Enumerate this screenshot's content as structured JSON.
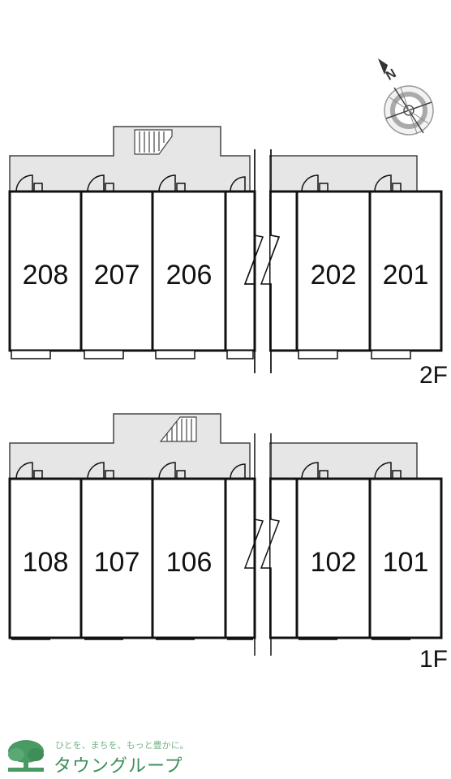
{
  "floors": [
    {
      "label": "2F",
      "units_left": [
        "208",
        "207",
        "206"
      ],
      "units_right": [
        "202",
        "201"
      ]
    },
    {
      "label": "1F",
      "units_left": [
        "108",
        "107",
        "106"
      ],
      "units_right": [
        "102",
        "101"
      ]
    }
  ],
  "compass": {
    "north_label": "N"
  },
  "logo": {
    "tagline": "ひとを、まちを、もっと豊かに。",
    "name": "タウングループ"
  },
  "colors": {
    "wall": "#111111",
    "corridor_fill": "#e6e6e6",
    "logo_green": "#3d8f5b"
  }
}
